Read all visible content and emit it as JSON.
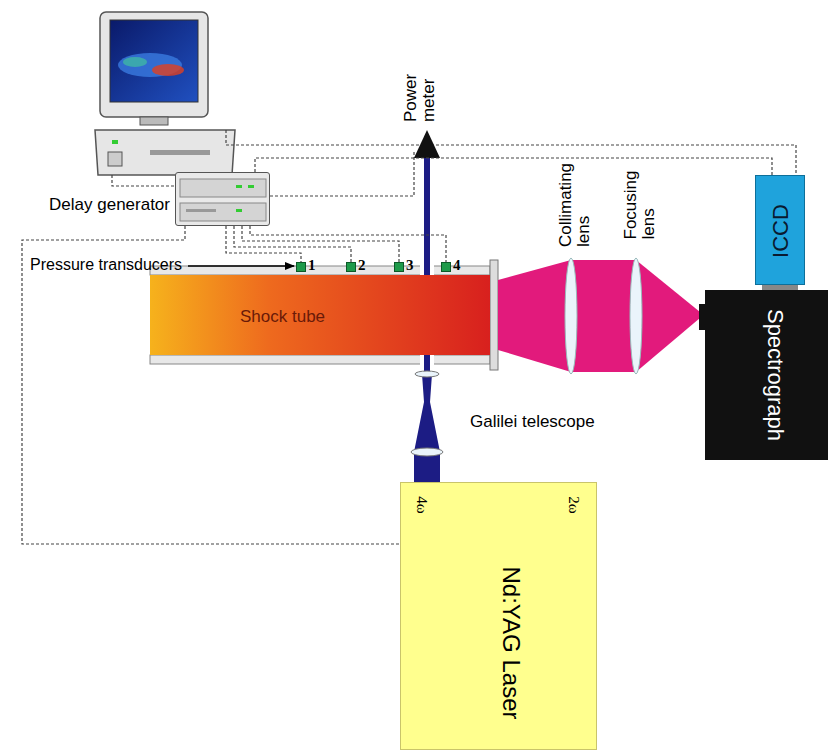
{
  "diagram": {
    "nodes": [
      {
        "text": [
          "Delay generator"
        ]
      },
      {
        "text": [
          "1"
        ]
      },
      {
        "text": [
          "2"
        ]
      },
      {
        "text": [
          "3"
        ]
      },
      {
        "text": [
          "4"
        ]
      },
      {
        "text": [
          "Shock tube"
        ]
      },
      {
        "text": [
          "ICCD"
        ]
      },
      {
        "text": [
          "Spectrograph"
        ]
      },
      {
        "text": [
          "4ω",
          "2ω",
          "Nd:YAG Laser"
        ]
      }
    ],
    "edges": [
      {
        "from": 0,
        "to": 1,
        "arrow": "none"
      },
      {
        "from": 0,
        "to": 2,
        "arrow": "none"
      },
      {
        "from": 0,
        "to": 3,
        "arrow": "none"
      },
      {
        "from": 0,
        "to": 4,
        "arrow": "none"
      },
      {
        "from": 0,
        "to": 8,
        "arrow": "none"
      },
      {
        "from": 0,
        "to": 6,
        "arrow": "none"
      }
    ],
    "labels": [
      "Pressure transducers",
      "Power meter",
      "Collimating lens",
      "Focusing lens",
      "Galilei telescope"
    ]
  }
}
